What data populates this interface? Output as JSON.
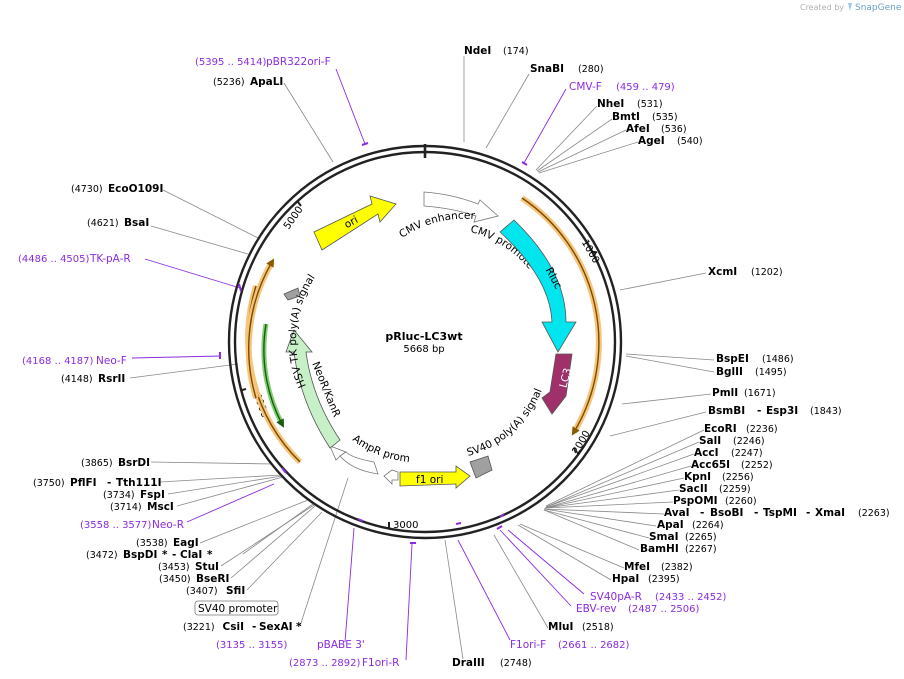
{
  "watermark": {
    "created_by": "Created by",
    "brand": "SnapGene"
  },
  "plasmid": {
    "name": "pRluc-LC3wt",
    "length": "5668 bp"
  },
  "ticks": [
    "1000",
    "2000",
    "3000",
    "4000",
    "5000"
  ],
  "features": {
    "ori": "ori",
    "cmv_enhancer": "CMV enhancer",
    "cmv_promoter": "CMV promoter",
    "rluc": "Rluc",
    "lc3": "LC3",
    "sv40_polya": "SV40 poly(A) signal",
    "f1_ori": "f1 ori",
    "ampr_promoter": "AmpR promoter",
    "neor": "NeoR/KanR",
    "hsv_tk": "HSV TK poly(A) signal",
    "sv40_promoter_box": "SV40 promoter"
  },
  "colors": {
    "backbone": "#222222",
    "ori": "#ffff00",
    "rluc": "#00e5ee",
    "lc3": "#a0306a",
    "neor": "#c8f0c8",
    "primer": "#8a2be2",
    "orf_arrow": "#f0a030",
    "f1_ori": "#ffff00",
    "sv40_polya_box": "#a0a0a0"
  },
  "enzymes": [
    {
      "id": "ndei",
      "name": "NdeI",
      "pos": "(174)"
    },
    {
      "id": "snabi",
      "name": "SnaBI",
      "pos": "(280)"
    },
    {
      "id": "nhei",
      "name": "NheI",
      "pos": "(531)"
    },
    {
      "id": "bmti",
      "name": "BmtI",
      "pos": "(535)"
    },
    {
      "id": "afei",
      "name": "AfeI",
      "pos": "(536)"
    },
    {
      "id": "agei",
      "name": "AgeI",
      "pos": "(540)"
    },
    {
      "id": "xcmi",
      "name": "XcmI",
      "pos": "(1202)"
    },
    {
      "id": "bspei",
      "name": "BspEI",
      "pos": "(1486)"
    },
    {
      "id": "bglii",
      "name": "BglII",
      "pos": "(1495)"
    },
    {
      "id": "pmli",
      "name": "PmlI",
      "pos": "(1671)"
    },
    {
      "id": "bsmbi",
      "name": "BsmBI",
      "sep": "-",
      "name2": "Esp3I",
      "pos": "(1843)"
    },
    {
      "id": "ecori",
      "name": "EcoRI",
      "pos": "(2236)"
    },
    {
      "id": "sali",
      "name": "SalI",
      "pos": "(2246)"
    },
    {
      "id": "acci",
      "name": "AccI",
      "pos": "(2247)"
    },
    {
      "id": "acc65i",
      "name": "Acc65I",
      "pos": "(2252)"
    },
    {
      "id": "kpni",
      "name": "KpnI",
      "pos": "(2256)"
    },
    {
      "id": "sacii",
      "name": "SacII",
      "pos": "(2259)"
    },
    {
      "id": "pspomi",
      "name": "PspOMI",
      "pos": "(2260)"
    },
    {
      "id": "avai",
      "name": "AvaI",
      "sep": "-",
      "name2": "BsoBI",
      "sep2": "-",
      "name3": "TspMI",
      "sep3": "-",
      "name4": "XmaI",
      "pos": "(2263)"
    },
    {
      "id": "apai",
      "name": "ApaI",
      "pos": "(2264)"
    },
    {
      "id": "smai",
      "name": "SmaI",
      "pos": "(2265)"
    },
    {
      "id": "bamhi",
      "name": "BamHI",
      "pos": "(2267)"
    },
    {
      "id": "mfei",
      "name": "MfeI",
      "pos": "(2382)"
    },
    {
      "id": "hpai",
      "name": "HpaI",
      "pos": "(2395)"
    },
    {
      "id": "mlui",
      "name": "MluI",
      "pos": "(2518)"
    },
    {
      "id": "draiii",
      "name": "DraIII",
      "pos": "(2748)"
    },
    {
      "id": "csii",
      "name": "CsiI",
      "sep": "-",
      "name2": "SexAI",
      "star": "*",
      "pos": "(3221)"
    },
    {
      "id": "sfii",
      "name": "SfiI",
      "pos": "(3407)"
    },
    {
      "id": "bseri",
      "name": "BseRI",
      "pos": "(3450)"
    },
    {
      "id": "stui",
      "name": "StuI",
      "pos": "(3453)"
    },
    {
      "id": "bspdi",
      "name": "BspDI",
      "star": "*",
      "sep": "-",
      "name2": "ClaI",
      "star2": "*",
      "pos": "(3472)"
    },
    {
      "id": "eagi",
      "name": "EagI",
      "pos": "(3538)"
    },
    {
      "id": "msci",
      "name": "MscI",
      "pos": "(3714)"
    },
    {
      "id": "fspi",
      "name": "FspI",
      "pos": "(3734)"
    },
    {
      "id": "pflfi",
      "name": "PflFI",
      "sep": "-",
      "name2": "Tth111I",
      "pos": "(3750)"
    },
    {
      "id": "bsrdi",
      "name": "BsrDI",
      "pos": "(3865)"
    },
    {
      "id": "rsrii",
      "name": "RsrII",
      "pos": "(4148)"
    },
    {
      "id": "bsai",
      "name": "BsaI",
      "pos": "(4621)"
    },
    {
      "id": "ecoo109i",
      "name": "EcoO109I",
      "pos": "(4730)"
    },
    {
      "id": "apali",
      "name": "ApaLI",
      "pos": "(5236)"
    }
  ],
  "primers": [
    {
      "id": "pbr322",
      "range": "(5395 .. 5414)",
      "name": "pBR322ori-F"
    },
    {
      "id": "cmvf",
      "range": "(459 .. 479)",
      "name": "CMV-F"
    },
    {
      "id": "tkpar",
      "range": "(4486 .. 4505)",
      "name": "TK-pA-R"
    },
    {
      "id": "neof",
      "range": "(4168 .. 4187)",
      "name": "Neo-F"
    },
    {
      "id": "neor",
      "range": "(3558 .. 3577)",
      "name": "Neo-R"
    },
    {
      "id": "sv40par",
      "range": "(2433 .. 2452)",
      "name": "SV40pA-R"
    },
    {
      "id": "ebvrev",
      "range": "(2487 .. 2506)",
      "name": "EBV-rev"
    },
    {
      "id": "f1orif",
      "range": "(2661 .. 2682)",
      "name": "F1ori-F"
    },
    {
      "id": "pbabe",
      "range": "(3135 .. 3155)",
      "name": "pBABE 3'"
    },
    {
      "id": "f1orir",
      "range": "(2873 .. 2892)",
      "name": "F1ori-R"
    }
  ]
}
